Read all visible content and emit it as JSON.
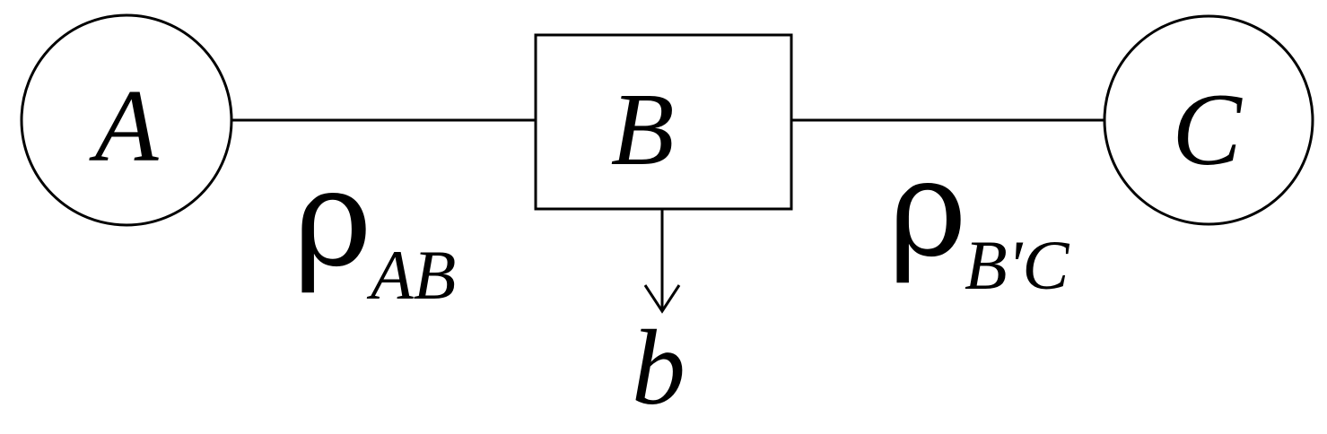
{
  "diagram": {
    "nodes": {
      "a": {
        "label": "A",
        "shape": "circle"
      },
      "b": {
        "label": "B",
        "shape": "rectangle"
      },
      "c": {
        "label": "C",
        "shape": "circle"
      }
    },
    "edges": {
      "ab": {
        "symbol": "ρ",
        "subscript": "AB"
      },
      "bc": {
        "symbol": "ρ",
        "subscript": "B'C"
      }
    },
    "output": {
      "label": "b"
    },
    "colors": {
      "stroke": "#000000",
      "background": "#ffffff",
      "text": "#000000"
    }
  }
}
